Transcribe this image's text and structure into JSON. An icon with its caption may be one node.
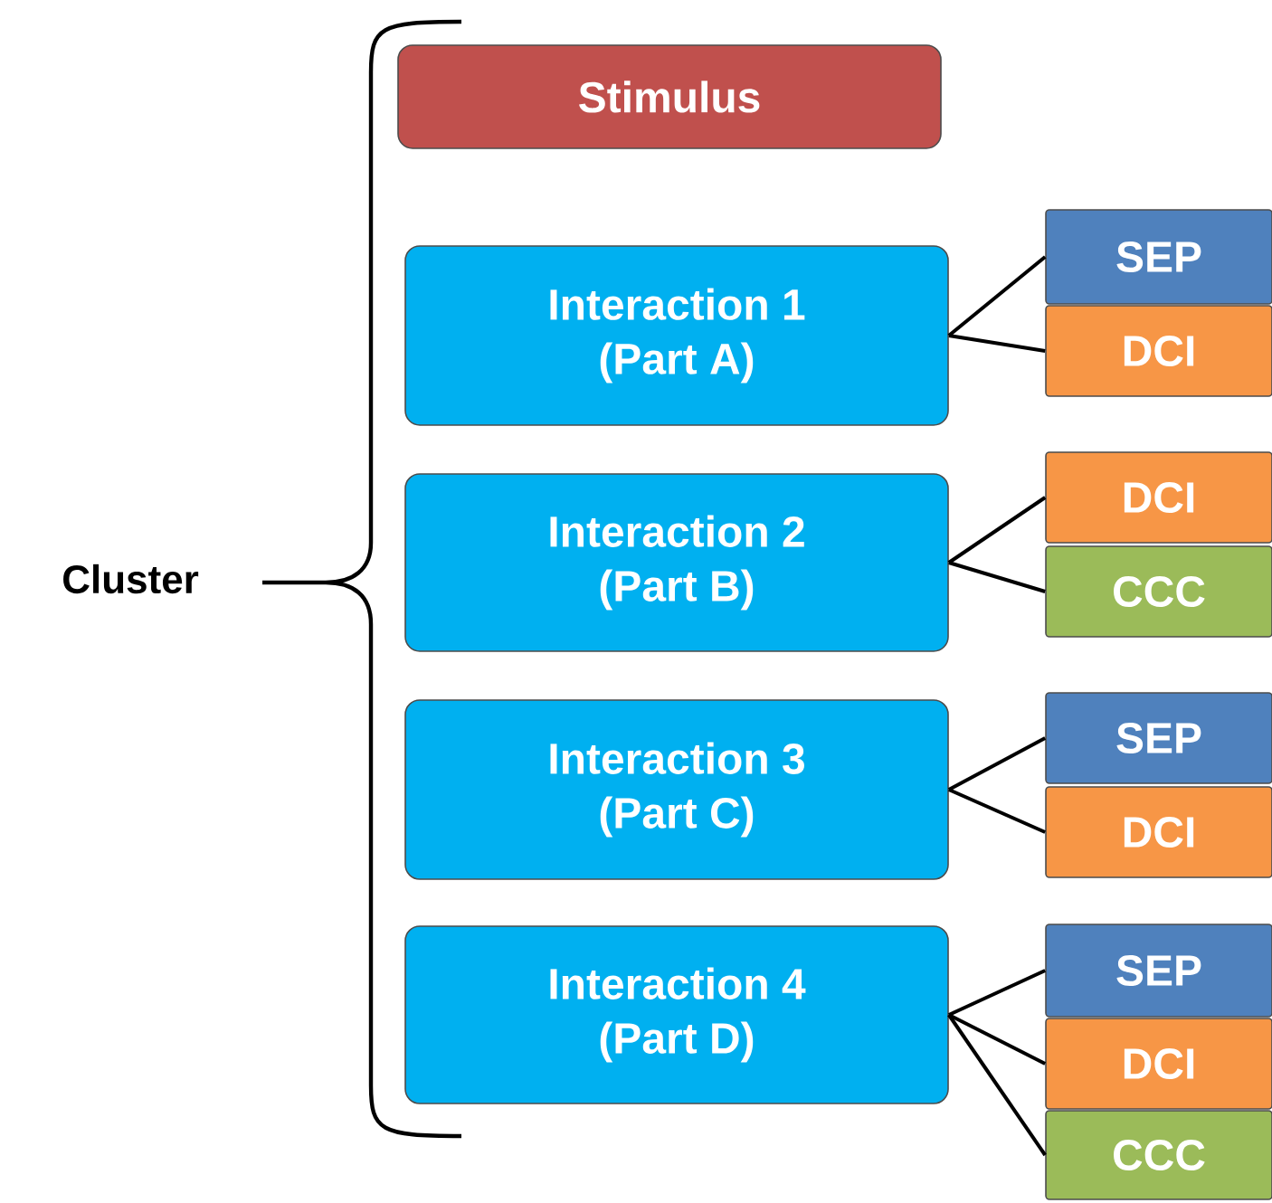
{
  "diagram": {
    "nodes": [
      {
        "text": [
          "Stimulus"
        ]
      },
      {
        "text": [
          "Interaction 1",
          "(Part A)"
        ]
      },
      {
        "text": [
          "SEP"
        ]
      },
      {
        "text": [
          "DCI"
        ]
      },
      {
        "text": [
          "Interaction 2",
          "(Part B)"
        ]
      },
      {
        "text": [
          "DCI"
        ]
      },
      {
        "text": [
          "CCC"
        ]
      },
      {
        "text": [
          "Interaction 3",
          "(Part C)"
        ]
      },
      {
        "text": [
          "SEP"
        ]
      },
      {
        "text": [
          "DCI"
        ]
      },
      {
        "text": [
          "Interaction 4",
          "(Part D)"
        ]
      },
      {
        "text": [
          "SEP"
        ]
      },
      {
        "text": [
          "DCI"
        ]
      },
      {
        "text": [
          "CCC"
        ]
      }
    ],
    "edges": [
      {
        "from": 1,
        "to": 2,
        "arrow": "none"
      },
      {
        "from": 1,
        "to": 3,
        "arrow": "none"
      },
      {
        "from": 4,
        "to": 5,
        "arrow": "none"
      },
      {
        "from": 4,
        "to": 6,
        "arrow": "none"
      },
      {
        "from": 7,
        "to": 8,
        "arrow": "none"
      },
      {
        "from": 7,
        "to": 9,
        "arrow": "none"
      },
      {
        "from": 10,
        "to": 11,
        "arrow": "none"
      },
      {
        "from": 10,
        "to": 12,
        "arrow": "none"
      },
      {
        "from": 10,
        "to": 13,
        "arrow": "none"
      }
    ],
    "labels": [
      "Cluster"
    ]
  }
}
